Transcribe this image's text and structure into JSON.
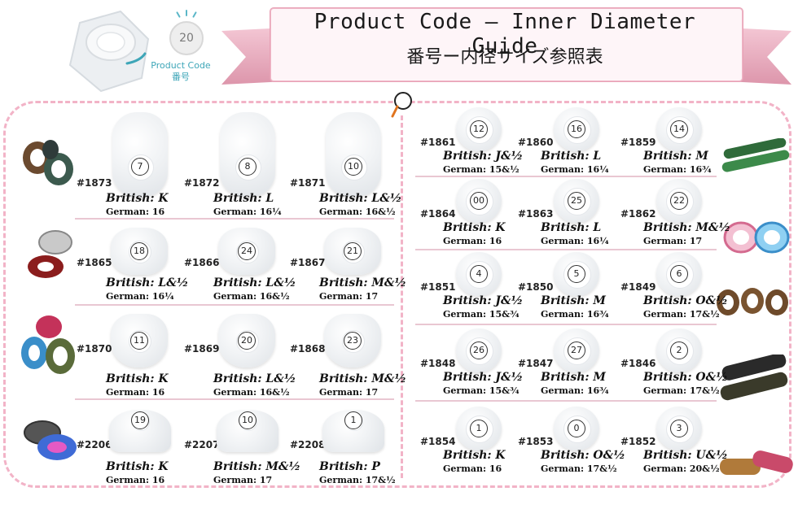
{
  "header": {
    "title": "Product Code – Inner Diameter Guide",
    "subtitle": "番号ー内径サイズ参照表",
    "badge_number": "20",
    "product_code_label": "Product Code",
    "product_code_jp": "番号"
  },
  "colors": {
    "frame": "#f2b3c7",
    "ribbon": "#e8a2b6",
    "accent": "#3ea6b8"
  },
  "left_items": [
    {
      "code": "#1873",
      "num": "7",
      "british": "British: K",
      "german": "German: 16"
    },
    {
      "code": "#1872",
      "num": "8",
      "british": "British: L",
      "german": "German: 16¼"
    },
    {
      "code": "#1871",
      "num": "10",
      "british": "British: L&½",
      "german": "German: 16&½"
    },
    {
      "code": "#1865",
      "num": "18",
      "british": "British: L&½",
      "german": "German: 16¼"
    },
    {
      "code": "#1866",
      "num": "24",
      "british": "British: L&½",
      "german": "German: 16&½"
    },
    {
      "code": "#1867",
      "num": "21",
      "british": "British: M&½",
      "german": "German: 17"
    },
    {
      "code": "#1870",
      "num": "11",
      "british": "British: K",
      "german": "German: 16"
    },
    {
      "code": "#1869",
      "num": "20",
      "british": "British: L&½",
      "german": "German: 16&½"
    },
    {
      "code": "#1868",
      "num": "23",
      "british": "British: M&½",
      "german": "German: 17"
    },
    {
      "code": "#2206",
      "num": "19",
      "british": "British: K",
      "german": "German: 16"
    },
    {
      "code": "#2207",
      "num": "10",
      "british": "British: M&½",
      "german": "German: 17"
    },
    {
      "code": "#2208",
      "num": "1",
      "british": "British: P",
      "german": "German: 17&½"
    }
  ],
  "right_items": [
    {
      "code": "#1861",
      "num": "12",
      "british": "British: J&½",
      "german": "German: 15&½"
    },
    {
      "code": "#1860",
      "num": "16",
      "british": "British: L",
      "german": "German: 16¼"
    },
    {
      "code": "#1859",
      "num": "14",
      "british": "British: M",
      "german": "German: 16¾"
    },
    {
      "code": "#1864",
      "num": "00",
      "british": "British: K",
      "german": "German: 16"
    },
    {
      "code": "#1863",
      "num": "25",
      "british": "British: L",
      "german": "German: 16¼"
    },
    {
      "code": "#1862",
      "num": "22",
      "british": "British: M&½",
      "german": "German: 17"
    },
    {
      "code": "#1851",
      "num": "4",
      "british": "British: J&½",
      "german": "German: 15&¾"
    },
    {
      "code": "#1850",
      "num": "5",
      "british": "British: M",
      "german": "German: 16¾"
    },
    {
      "code": "#1849",
      "num": "6",
      "british": "British: O&½",
      "german": "German: 17&½"
    },
    {
      "code": "#1848",
      "num": "26",
      "british": "British: J&½",
      "german": "German: 15&¾"
    },
    {
      "code": "#1847",
      "num": "27",
      "british": "British: M",
      "german": "German: 16¾"
    },
    {
      "code": "#1846",
      "num": "2",
      "british": "British: O&½",
      "german": "German: 17&½"
    },
    {
      "code": "#1854",
      "num": "1",
      "british": "British: K",
      "german": "German: 16"
    },
    {
      "code": "#1853",
      "num": "0",
      "british": "British: O&½",
      "german": "German: 17&½"
    },
    {
      "code": "#1852",
      "num": "3",
      "british": "British: U&½",
      "german": "German: 20&½"
    }
  ]
}
